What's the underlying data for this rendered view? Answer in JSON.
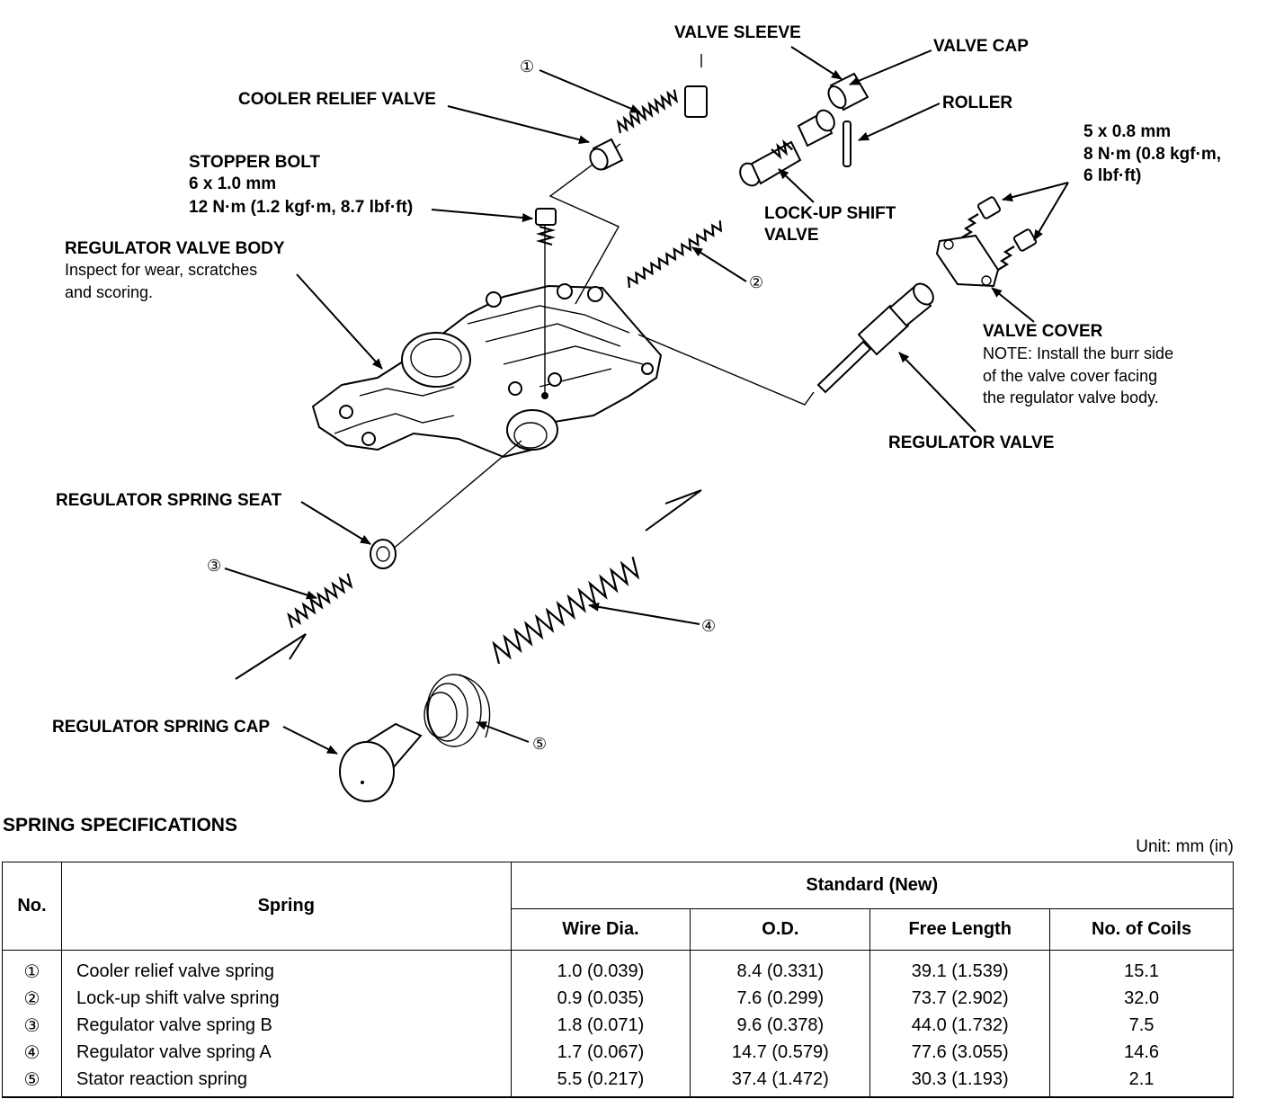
{
  "diagram": {
    "callouts": {
      "valve_sleeve": "VALVE SLEEVE",
      "valve_cap": "VALVE CAP",
      "roller": "ROLLER",
      "cooler_relief_valve": "COOLER RELIEF VALVE",
      "stopper_bolt": "STOPPER BOLT",
      "stopper_bolt_size": "6 x 1.0 mm",
      "stopper_bolt_torque": "12 N·m (1.2 kgf·m, 8.7 lbf·ft)",
      "lockup_line1": "LOCK-UP SHIFT",
      "lockup_line2": "VALVE",
      "bolt_size": "5 x 0.8 mm",
      "bolt_torque_1": "8 N·m (0.8 kgf·m,",
      "bolt_torque_2": "6 lbf·ft)",
      "regulator_body": "REGULATOR VALVE BODY",
      "regulator_body_note1": "Inspect for wear, scratches",
      "regulator_body_note2": "and scoring.",
      "valve_cover": "VALVE COVER",
      "valve_cover_note1": "NOTE:  Install the burr side",
      "valve_cover_note2": "of the valve cover facing",
      "valve_cover_note3": "the regulator valve body.",
      "regulator_valve": "REGULATOR VALVE",
      "spring_seat": "REGULATOR SPRING SEAT",
      "spring_cap": "REGULATOR SPRING CAP"
    },
    "markers": [
      "①",
      "②",
      "③",
      "④",
      "⑤"
    ]
  },
  "spec": {
    "title": "SPRING SPECIFICATIONS",
    "unit": "Unit: mm (in)",
    "headers": {
      "no": "No.",
      "spring": "Spring",
      "standard": "Standard (New)",
      "wire": "Wire Dia.",
      "od": "O.D.",
      "free": "Free Length",
      "coils": "No. of Coils"
    },
    "rows": [
      {
        "no": "①",
        "name": "Cooler relief valve spring",
        "wire": "1.0 (0.039)",
        "od": "8.4 (0.331)",
        "free": "39.1 (1.539)",
        "coils": "15.1"
      },
      {
        "no": "②",
        "name": "Lock-up shift valve spring",
        "wire": "0.9 (0.035)",
        "od": "7.6 (0.299)",
        "free": "73.7 (2.902)",
        "coils": "32.0"
      },
      {
        "no": "③",
        "name": "Regulator valve spring B",
        "wire": "1.8 (0.071)",
        "od": "9.6 (0.378)",
        "free": "44.0 (1.732)",
        "coils": "7.5"
      },
      {
        "no": "④",
        "name": "Regulator valve spring A",
        "wire": "1.7 (0.067)",
        "od": "14.7 (0.579)",
        "free": "77.6 (3.055)",
        "coils": "14.6"
      },
      {
        "no": "⑤",
        "name": "Stator reaction spring",
        "wire": "5.5 (0.217)",
        "od": "37.4 (1.472)",
        "free": "30.3 (1.193)",
        "coils": "2.1"
      }
    ]
  }
}
